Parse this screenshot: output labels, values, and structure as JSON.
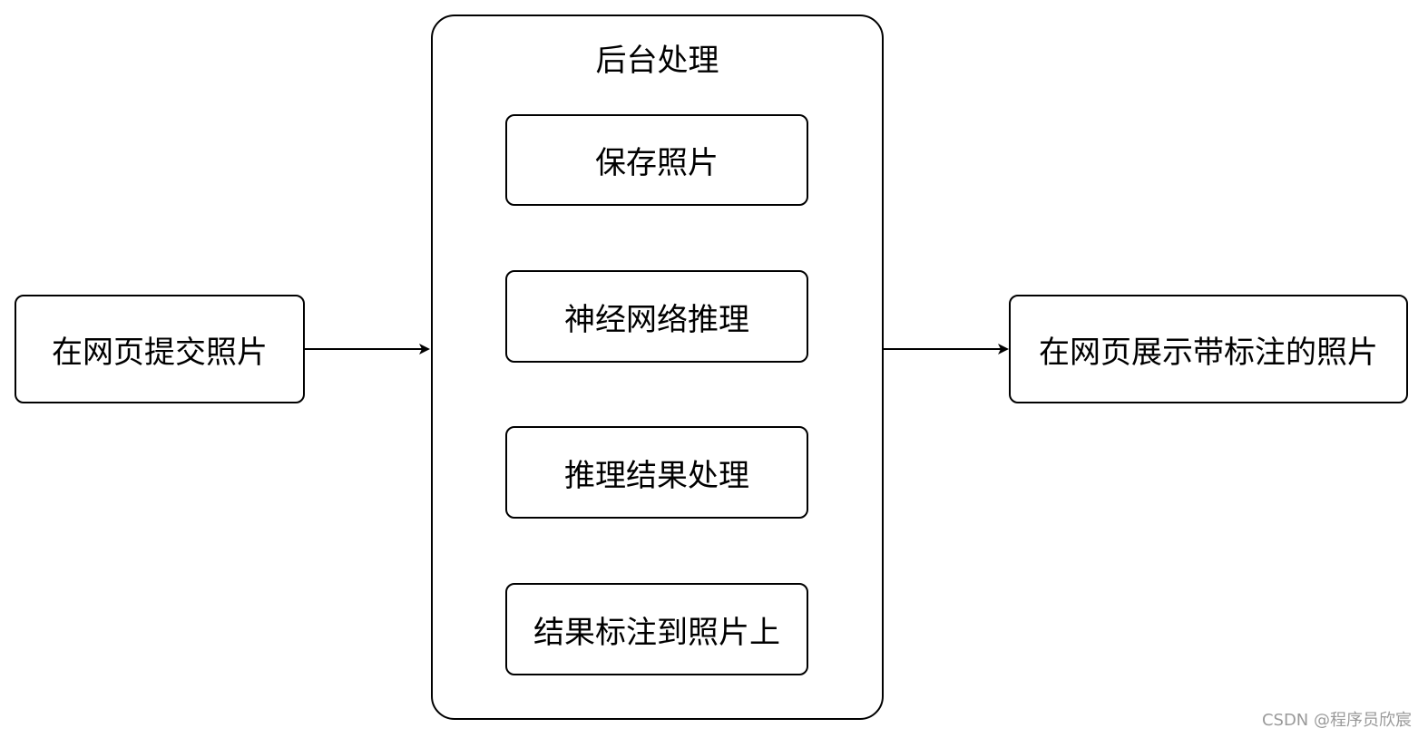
{
  "input_box": {
    "label": "在网页提交照片"
  },
  "backend": {
    "title": "后台处理",
    "steps": [
      {
        "label": "保存照片"
      },
      {
        "label": "神经网络推理"
      },
      {
        "label": "推理结果处理"
      },
      {
        "label": "结果标注到照片上"
      }
    ]
  },
  "output_box": {
    "label": "在网页展示带标注的照片"
  },
  "watermark": "CSDN @程序员欣宸"
}
